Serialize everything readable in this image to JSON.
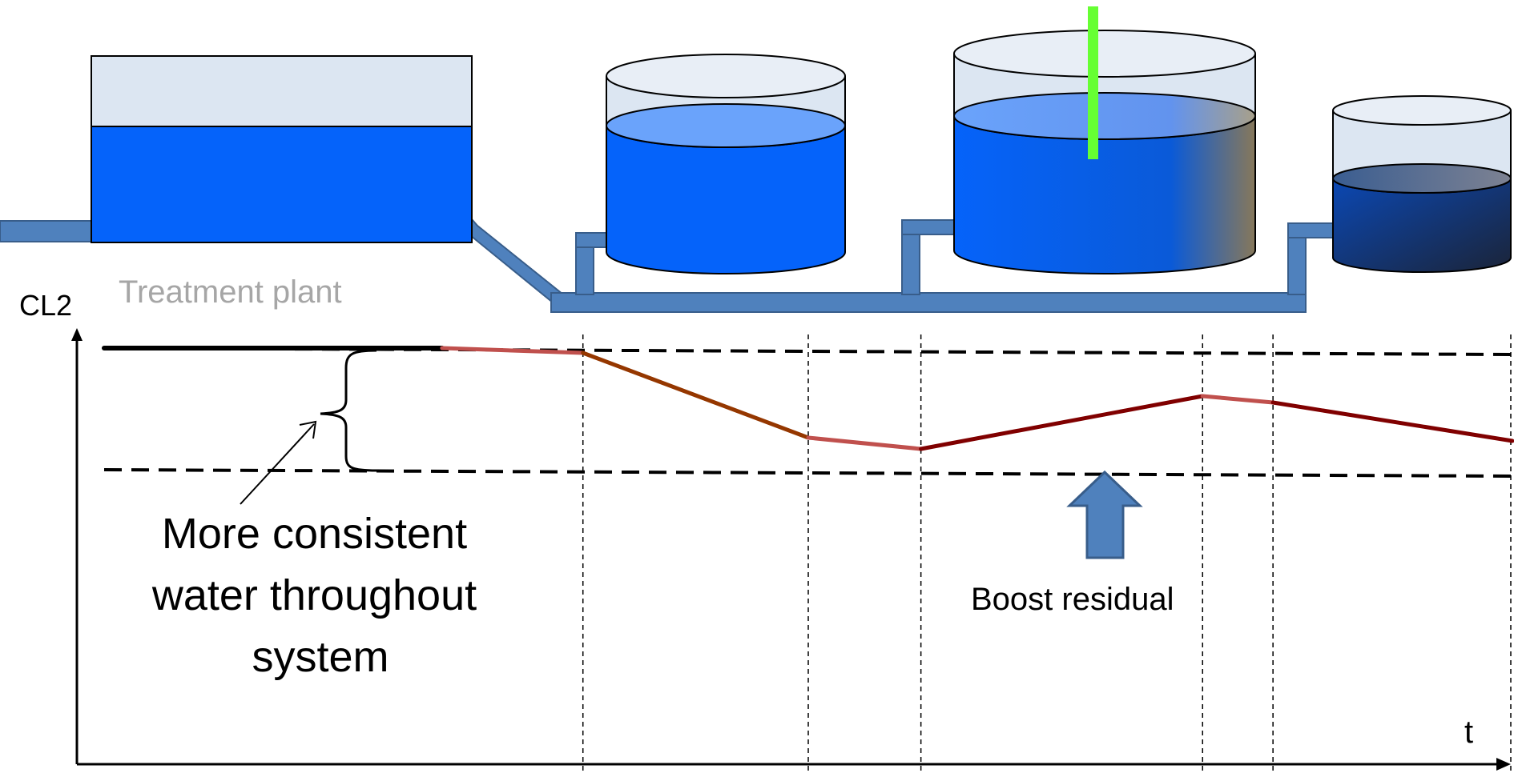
{
  "labels": {
    "plant": "Treatment plant",
    "y_axis": "CL2",
    "x_axis": "t",
    "annotation_lines": [
      "More consistent",
      "water throughout",
      "system"
    ],
    "boost": "Boost residual"
  },
  "colors": {
    "water": "#0563fa",
    "water_surface": "#6aa3fb",
    "tank_air": "#dce6f2",
    "pipe": "#4f81bd",
    "pipe_edge": "#385d8a",
    "booster_probe": "#66ff33",
    "curve_light": "#c0504d",
    "curve_brown": "#953700",
    "curve_dark": "#800000",
    "boost_arrow": "#4f81bd"
  },
  "chart_data": {
    "type": "line",
    "xlabel": "t",
    "ylabel": "CL2",
    "series": [
      {
        "segments": [
          {
            "style": "black",
            "points": [
              [
                0.0,
                1.0
              ],
              [
                0.24,
                1.0
              ]
            ]
          },
          {
            "style": "light",
            "points": [
              [
                0.24,
                1.0
              ],
              [
                0.34,
                0.985
              ]
            ]
          },
          {
            "style": "brown",
            "points": [
              [
                0.34,
                0.985
              ],
              [
                0.5,
                0.72
              ]
            ]
          },
          {
            "style": "light",
            "points": [
              [
                0.5,
                0.72
              ],
              [
                0.58,
                0.685
              ]
            ]
          },
          {
            "style": "dark",
            "points": [
              [
                0.58,
                0.685
              ],
              [
                0.78,
                0.85
              ]
            ]
          },
          {
            "style": "light",
            "points": [
              [
                0.78,
                0.85
              ],
              [
                0.83,
                0.83
              ]
            ]
          },
          {
            "style": "dark",
            "points": [
              [
                0.83,
                0.83
              ],
              [
                1.0,
                0.71
              ]
            ]
          }
        ]
      }
    ],
    "bands": {
      "upper": 1.0,
      "lower": 0.62
    },
    "stage_boundaries": [
      0.34,
      0.5,
      0.58,
      0.78,
      0.83
    ]
  }
}
